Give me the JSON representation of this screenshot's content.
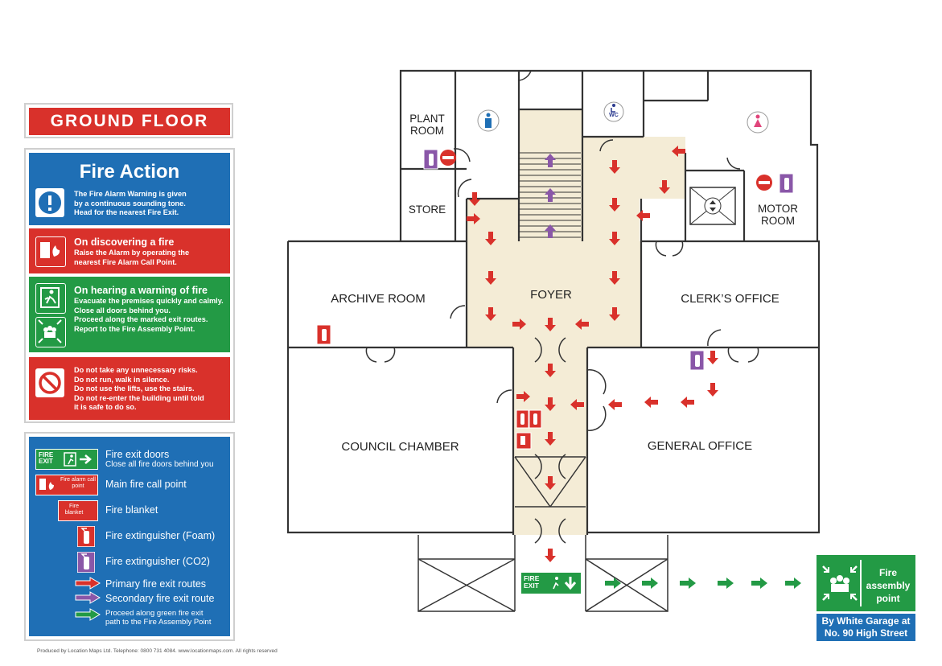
{
  "floor_title": "GROUND FLOOR",
  "fire_action": {
    "title": "Fire Action",
    "alarm_text": [
      "The Fire Alarm Warning is given",
      "by a continuous sounding tone.",
      "Head for the nearest Fire Exit."
    ],
    "discover_heading": "On discovering a fire",
    "discover_text": [
      "Raise the Alarm by operating the",
      "nearest Fire Alarm Call Point."
    ],
    "warning_heading": "On hearing a warning of fire",
    "warning_text": [
      "Evacuate the premises quickly and calmly.",
      "Close all doors behind you.",
      "Proceed along the marked exit routes.",
      "Report to the Fire Assembly Point."
    ],
    "dont_text": [
      "Do not take any unnecessary risks.",
      "Do not run, walk in silence.",
      "Do not use the lifts, use the stairs.",
      "Do not re-enter the building until told",
      "it is safe to do so."
    ]
  },
  "legend": {
    "fire_exit_sign": "FIRE EXIT",
    "fire_exit_doors": "Fire exit doors",
    "fire_exit_doors_sub": "Close all fire doors behind you",
    "call_point_sign": "Fire alarm call point",
    "call_point": "Main fire call point",
    "blanket_sign": "Fire blanket",
    "blanket": "Fire blanket",
    "foam": "Fire extinguisher (Foam)",
    "co2": "Fire extinguisher (CO2)",
    "primary": "Primary fire exit routes",
    "secondary": "Secondary fire exit route",
    "green_route": "Proceed along green fire exit",
    "green_route_2": "path to the Fire Assembly Point"
  },
  "credit": "Produced by Location Maps Ltd. Telephone: 0800 731 4084. www.locationmaps.com. All rights reserved",
  "rooms": {
    "plant": [
      "PLANT",
      "ROOM"
    ],
    "store": "STORE",
    "motor": [
      "MOTOR",
      "ROOM"
    ],
    "archive": "ARCHIVE ROOM",
    "foyer": "FOYER",
    "clerk": "CLERK’S OFFICE",
    "council": "COUNCIL CHAMBER",
    "general": "GENERAL OFFICE",
    "wc": "WC"
  },
  "exit_sign": "FIRE EXIT",
  "assembly": {
    "label_1": "Fire",
    "label_2": "assembly",
    "label_3": "point",
    "location_1": "By White Garage at",
    "location_2": "No. 90 High Street"
  },
  "colors": {
    "red": "#d9312b",
    "blue": "#1f6fb5",
    "green": "#239a45",
    "purple": "#8a57a8",
    "corridor": "#f4ecd6"
  }
}
